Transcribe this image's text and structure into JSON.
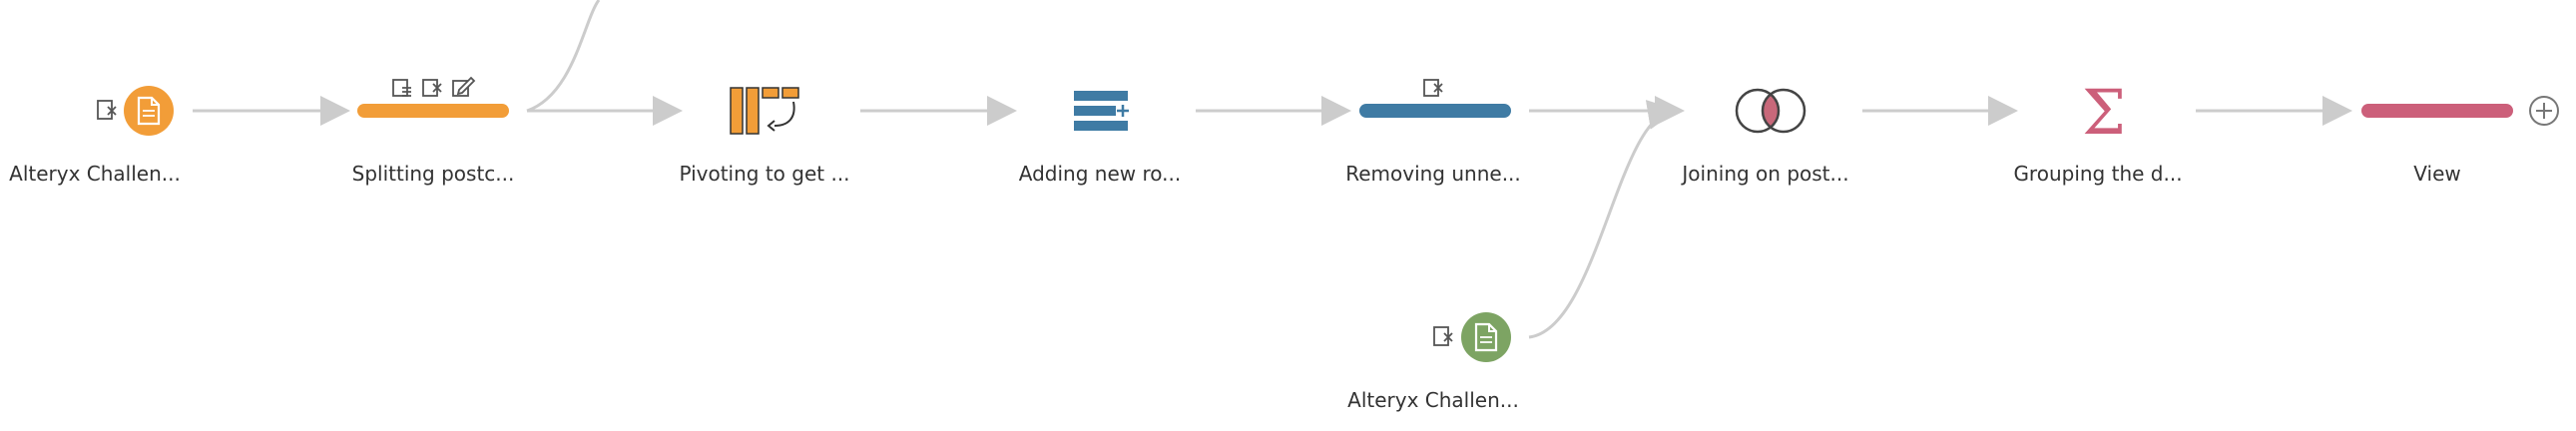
{
  "colors": {
    "input": "#f29d38",
    "clean": "#f29d38",
    "pivot": "#f29d38",
    "new_rows": "#3f7ba4",
    "clean2": "#3f7ba4",
    "join_overlap": "#c8687a",
    "aggregate": "#cc5f7a",
    "output": "#cc5f7a",
    "input2": "#7da463",
    "connector": "#cccccc",
    "text": "#333333"
  },
  "nodes": [
    {
      "id": "input-1",
      "label": "Alteryx Challen...",
      "type": "input",
      "icon": "file-icon",
      "badges": [
        "exclude-icon"
      ]
    },
    {
      "id": "clean-1",
      "label": "Splitting postc...",
      "type": "clean",
      "icon": "bar",
      "badges": [
        "filter-icon",
        "exclude-icon",
        "edit-icon"
      ]
    },
    {
      "id": "pivot-1",
      "label": "Pivoting to get ...",
      "type": "pivot",
      "icon": "pivot-icon",
      "badges": []
    },
    {
      "id": "new-rows-1",
      "label": "Adding new ro...",
      "type": "new-rows",
      "icon": "new-rows-icon",
      "badges": []
    },
    {
      "id": "clean-2",
      "label": "Removing unne...",
      "type": "clean",
      "icon": "bar",
      "badges": [
        "exclude-icon"
      ]
    },
    {
      "id": "join-1",
      "label": "Joining on post...",
      "type": "join",
      "icon": "join-icon",
      "badges": []
    },
    {
      "id": "aggregate-1",
      "label": "Grouping the d...",
      "type": "aggregate",
      "icon": "sigma-icon",
      "badges": []
    },
    {
      "id": "output-1",
      "label": "View",
      "type": "output",
      "icon": "bar",
      "badges": []
    },
    {
      "id": "input-2",
      "label": "Alteryx Challen...",
      "type": "input",
      "icon": "file-icon",
      "badges": [
        "exclude-icon"
      ]
    }
  ],
  "add_step_icon": "plus-circle-icon"
}
